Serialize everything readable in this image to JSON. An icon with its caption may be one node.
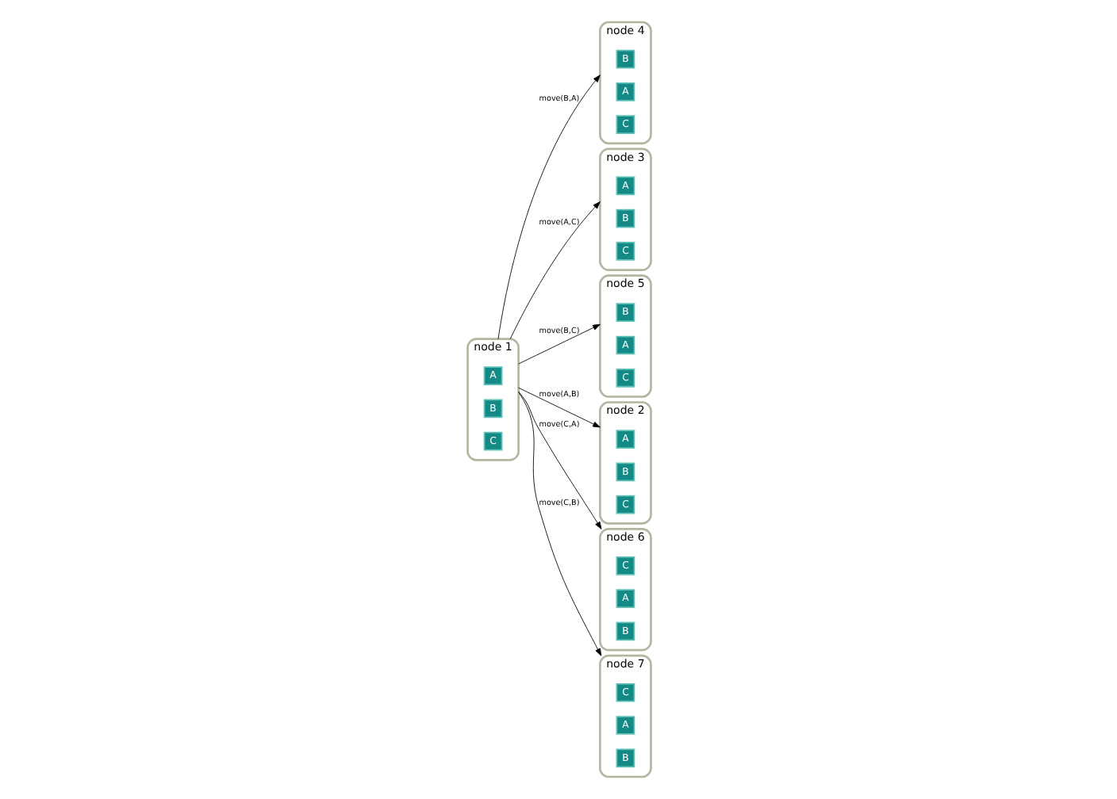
{
  "diagram": {
    "nodes": [
      {
        "text": [
          "node 4"
        ]
      },
      {
        "text": [
          "B"
        ],
        "in": 0
      },
      {
        "text": [
          "A"
        ],
        "in": 0
      },
      {
        "text": [
          "C"
        ],
        "in": 0
      },
      {
        "text": [
          "node 3"
        ]
      },
      {
        "text": [
          "A"
        ],
        "in": 4
      },
      {
        "text": [
          "B"
        ],
        "in": 4
      },
      {
        "text": [
          "C"
        ],
        "in": 4
      },
      {
        "text": [
          "node 5"
        ]
      },
      {
        "text": [
          "B"
        ],
        "in": 8
      },
      {
        "text": [
          "A"
        ],
        "in": 8
      },
      {
        "text": [
          "C"
        ],
        "in": 8
      },
      {
        "text": [
          "node 1"
        ]
      },
      {
        "text": [
          "A"
        ],
        "in": 12
      },
      {
        "text": [
          "B"
        ],
        "in": 12
      },
      {
        "text": [
          "C"
        ],
        "in": 12
      },
      {
        "text": [
          "node 2"
        ]
      },
      {
        "text": [
          "A"
        ],
        "in": 16
      },
      {
        "text": [
          "B"
        ],
        "in": 16
      },
      {
        "text": [
          "C"
        ],
        "in": 16
      },
      {
        "text": [
          "node 6"
        ]
      },
      {
        "text": [
          "C"
        ],
        "in": 20
      },
      {
        "text": [
          "A"
        ],
        "in": 20
      },
      {
        "text": [
          "B"
        ],
        "in": 20
      },
      {
        "text": [
          "node 7"
        ]
      },
      {
        "text": [
          "C"
        ],
        "in": 24
      },
      {
        "text": [
          "A"
        ],
        "in": 24
      },
      {
        "text": [
          "B"
        ],
        "in": 24
      }
    ],
    "edges": [
      {
        "from": 12,
        "to": 0,
        "arrow": "to",
        "label": "move(B,A)"
      },
      {
        "from": 12,
        "to": 4,
        "arrow": "to",
        "label": "move(A,C)"
      },
      {
        "from": 12,
        "to": 8,
        "arrow": "to",
        "label": "move(B,C)"
      },
      {
        "from": 12,
        "to": 16,
        "arrow": "to",
        "label": "move(A,B)"
      },
      {
        "from": 12,
        "to": 20,
        "arrow": "to",
        "label": "move(C,A)"
      },
      {
        "from": 12,
        "to": 24,
        "arrow": "to",
        "label": "move(C,B)"
      }
    ]
  }
}
